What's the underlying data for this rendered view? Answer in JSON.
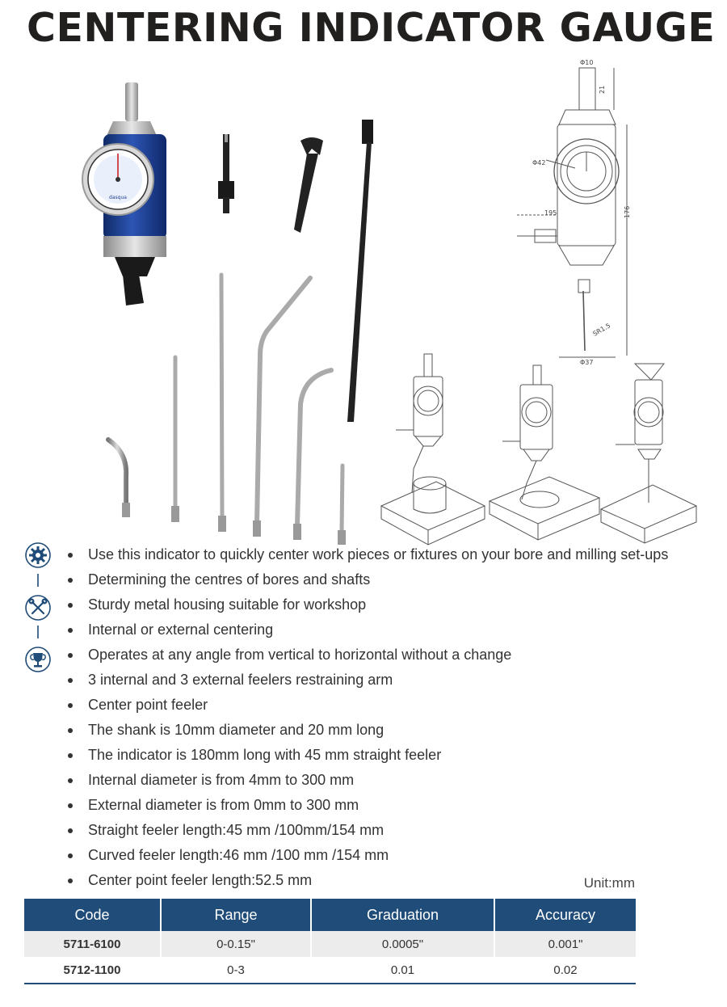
{
  "title": "CENTERING INDICATOR GAUGE",
  "drawing": {
    "dim_shank": "Φ10",
    "dim_shank_len": "21",
    "dim_dial": "Φ42",
    "dim_side": "195",
    "dim_height": "176",
    "dim_ball": "SR1.5",
    "dim_base": "Φ37"
  },
  "side_icons": [
    "gear-icon",
    "tools-icon",
    "trophy-icon"
  ],
  "features": [
    "Use this indicator to quickly center work pieces or fixtures on your bore and milling set-ups",
    "Determining the centres of bores and shafts",
    "Sturdy metal housing suitable for workshop",
    "Internal or external centering",
    "Operates at any angle from vertical to horizontal without a change",
    "3 internal and 3 external feelers restraining arm",
    "Center point feeler",
    "The shank is 10mm diameter and 20 mm long",
    "The indicator is 180mm long with 45 mm straight feeler",
    "Internal diameter is from 4mm to 300 mm",
    "External diameter is from 0mm to 300 mm",
    "Straight feeler length:45 mm /100mm/154 mm",
    "Curved feeler length:46 mm /100 mm /154 mm",
    "Center point feeler length:52.5 mm"
  ],
  "unit": "Unit:mm",
  "table": {
    "headers": [
      "Code",
      "Range",
      "Graduation",
      "Accuracy"
    ],
    "rows": [
      [
        "5711-6100",
        "0-0.15\"",
        "0.0005\"",
        "0.001\""
      ],
      [
        "5712-1100",
        "0-3",
        "0.01",
        "0.02"
      ]
    ]
  },
  "colors": {
    "header_bg": "#1f4c78",
    "gauge_blue": "#1f3f8f",
    "title": "#221f1f"
  }
}
